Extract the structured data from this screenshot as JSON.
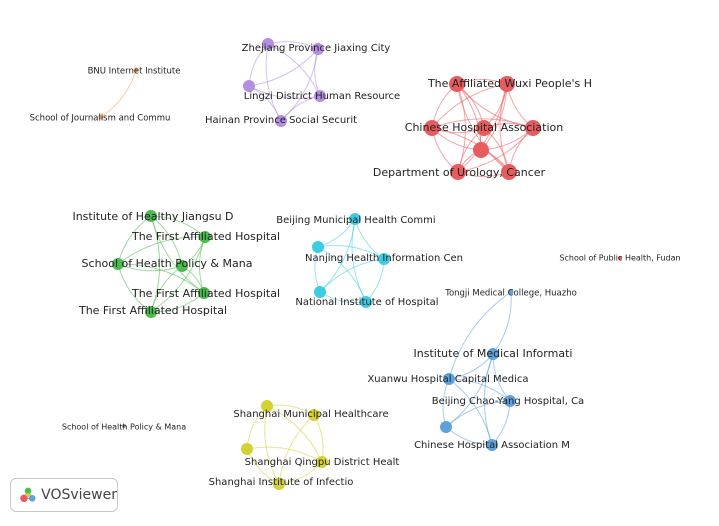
{
  "clusters": [
    {
      "id": "orange",
      "color": "#f0a466",
      "nodes": [
        {
          "id": "bnu",
          "label": "BNU Internet Institute",
          "size": "small"
        },
        {
          "id": "journalism",
          "label": "School of Journalism and Commu",
          "size": "small"
        }
      ],
      "links": [
        [
          "bnu",
          "journalism"
        ]
      ]
    },
    {
      "id": "purple",
      "color": "#b48ee0",
      "nodes": [
        {
          "id": "jiaxing",
          "label": "Zhejiang Province Jiaxing City",
          "size": "medium"
        },
        {
          "id": "p2",
          "label": "",
          "size": "medium"
        },
        {
          "id": "p3",
          "label": "",
          "size": "medium"
        },
        {
          "id": "lingzhi",
          "label": "Lingzi District Human Resource",
          "size": "medium"
        },
        {
          "id": "hainan",
          "label": "Hainan Province Social Securit",
          "size": "medium"
        }
      ],
      "links": [
        [
          "jiaxing",
          "p2"
        ],
        [
          "jiaxing",
          "p3"
        ],
        [
          "jiaxing",
          "lingzhi"
        ],
        [
          "jiaxing",
          "hainan"
        ],
        [
          "p2",
          "p3"
        ],
        [
          "p2",
          "lingzhi"
        ],
        [
          "p2",
          "hainan"
        ],
        [
          "p3",
          "lingzhi"
        ],
        [
          "p3",
          "hainan"
        ],
        [
          "lingzhi",
          "hainan"
        ]
      ]
    },
    {
      "id": "red",
      "color": "#e85c60",
      "nodes": [
        {
          "id": "wuxi",
          "label": "The Affiliated Wuxi People's H",
          "size": "large"
        },
        {
          "id": "r2",
          "label": "",
          "size": "large"
        },
        {
          "id": "cha",
          "label": "Chinese Hospital Association",
          "size": "large"
        },
        {
          "id": "r4",
          "label": "",
          "size": "large"
        },
        {
          "id": "r5",
          "label": "",
          "size": "large"
        },
        {
          "id": "urology",
          "label": "Department of Urology, Cancer",
          "size": "large"
        },
        {
          "id": "r7",
          "label": "",
          "size": "large"
        },
        {
          "id": "r8",
          "label": "",
          "size": "large"
        }
      ],
      "links": [
        [
          "wuxi",
          "r2"
        ],
        [
          "wuxi",
          "cha"
        ],
        [
          "wuxi",
          "r4"
        ],
        [
          "wuxi",
          "r5"
        ],
        [
          "wuxi",
          "urology"
        ],
        [
          "wuxi",
          "r7"
        ],
        [
          "wuxi",
          "r8"
        ],
        [
          "r2",
          "cha"
        ],
        [
          "r2",
          "r4"
        ],
        [
          "r2",
          "r5"
        ],
        [
          "r2",
          "urology"
        ],
        [
          "r2",
          "r7"
        ],
        [
          "r2",
          "r8"
        ],
        [
          "cha",
          "r4"
        ],
        [
          "cha",
          "r5"
        ],
        [
          "cha",
          "urology"
        ],
        [
          "cha",
          "r7"
        ],
        [
          "cha",
          "r8"
        ],
        [
          "r4",
          "r5"
        ],
        [
          "r4",
          "urology"
        ],
        [
          "r4",
          "r7"
        ],
        [
          "r4",
          "r8"
        ],
        [
          "r5",
          "urology"
        ],
        [
          "r5",
          "r7"
        ],
        [
          "r5",
          "r8"
        ],
        [
          "urology",
          "r7"
        ],
        [
          "urology",
          "r8"
        ],
        [
          "r7",
          "r8"
        ]
      ]
    },
    {
      "id": "green",
      "color": "#4cbb50",
      "nodes": [
        {
          "id": "healthy",
          "label": "Institute of Healthy Jiangsu D",
          "size": "medium"
        },
        {
          "id": "first1",
          "label": "The First Affiliated Hospital",
          "size": "medium"
        },
        {
          "id": "shpm",
          "label": "School of Health Policy & Mana",
          "size": "medium"
        },
        {
          "id": "g4",
          "label": "",
          "size": "medium"
        },
        {
          "id": "first2",
          "label": "The First Affiliated Hospital",
          "size": "medium"
        },
        {
          "id": "first3",
          "label": "The First Affiliated Hospital",
          "size": "medium"
        }
      ],
      "links": [
        [
          "healthy",
          "first1"
        ],
        [
          "healthy",
          "shpm"
        ],
        [
          "healthy",
          "g4"
        ],
        [
          "healthy",
          "first2"
        ],
        [
          "healthy",
          "first3"
        ],
        [
          "first1",
          "shpm"
        ],
        [
          "first1",
          "g4"
        ],
        [
          "first1",
          "first2"
        ],
        [
          "first1",
          "first3"
        ],
        [
          "shpm",
          "g4"
        ],
        [
          "shpm",
          "first2"
        ],
        [
          "shpm",
          "first3"
        ],
        [
          "g4",
          "first2"
        ],
        [
          "g4",
          "first3"
        ],
        [
          "first2",
          "first3"
        ]
      ]
    },
    {
      "id": "cyan",
      "color": "#3ccde0",
      "nodes": [
        {
          "id": "bjmh",
          "label": "Beijing Municipal Health Commi",
          "size": "medium"
        },
        {
          "id": "c2",
          "label": "",
          "size": "medium"
        },
        {
          "id": "nanjing",
          "label": "Nanjing Health Information Cen",
          "size": "medium"
        },
        {
          "id": "c4",
          "label": "",
          "size": "medium"
        },
        {
          "id": "nih",
          "label": "National Institute of Hospital",
          "size": "medium"
        }
      ],
      "links": [
        [
          "bjmh",
          "c2"
        ],
        [
          "bjmh",
          "nanjing"
        ],
        [
          "bjmh",
          "c4"
        ],
        [
          "bjmh",
          "nih"
        ],
        [
          "c2",
          "nanjing"
        ],
        [
          "c2",
          "c4"
        ],
        [
          "c2",
          "nih"
        ],
        [
          "nanjing",
          "c4"
        ],
        [
          "nanjing",
          "nih"
        ],
        [
          "c4",
          "nih"
        ]
      ]
    },
    {
      "id": "blue",
      "color": "#5fa1dc",
      "nodes": [
        {
          "id": "tongji",
          "label": "Tongji Medical College, Huazho",
          "size": "small"
        },
        {
          "id": "imi",
          "label": "Institute of Medical Informati",
          "size": "medium"
        },
        {
          "id": "xuanwu",
          "label": "Xuanwu Hospital Capital Medica",
          "size": "medium"
        },
        {
          "id": "chaoyang",
          "label": "Beijing Chao-Yang Hospital, Ca",
          "size": "medium"
        },
        {
          "id": "b5",
          "label": "",
          "size": "medium"
        },
        {
          "id": "cham",
          "label": "Chinese Hospital Association M",
          "size": "medium"
        }
      ],
      "links": [
        [
          "tongji",
          "imi"
        ],
        [
          "tongji",
          "xuanwu"
        ],
        [
          "imi",
          "xuanwu"
        ],
        [
          "imi",
          "chaoyang"
        ],
        [
          "imi",
          "b5"
        ],
        [
          "imi",
          "cham"
        ],
        [
          "xuanwu",
          "chaoyang"
        ],
        [
          "xuanwu",
          "b5"
        ],
        [
          "xuanwu",
          "cham"
        ],
        [
          "chaoyang",
          "b5"
        ],
        [
          "chaoyang",
          "cham"
        ],
        [
          "b5",
          "cham"
        ]
      ]
    },
    {
      "id": "yellow",
      "color": "#d4d232",
      "nodes": [
        {
          "id": "shmh",
          "label": "Shanghai Municipal Healthcare",
          "size": "medium"
        },
        {
          "id": "y2",
          "label": "",
          "size": "medium"
        },
        {
          "id": "y3",
          "label": "",
          "size": "medium"
        },
        {
          "id": "qingpu",
          "label": "Shanghai Qingpu District Healt",
          "size": "medium"
        },
        {
          "id": "infect",
          "label": "Shanghai Institute of Infectio",
          "size": "medium"
        }
      ],
      "links": [
        [
          "shmh",
          "y2"
        ],
        [
          "shmh",
          "y3"
        ],
        [
          "shmh",
          "qingpu"
        ],
        [
          "shmh",
          "infect"
        ],
        [
          "y2",
          "qingpu"
        ],
        [
          "y2",
          "infect"
        ],
        [
          "y3",
          "qingpu"
        ],
        [
          "y3",
          "infect"
        ],
        [
          "qingpu",
          "infect"
        ]
      ]
    },
    {
      "id": "isolated-red",
      "color": "#e85c60",
      "nodes": [
        {
          "id": "fudan",
          "label": "School of Public Health, Fudan",
          "size": "tiny"
        }
      ],
      "links": []
    },
    {
      "id": "isolated-gray",
      "color": "#9a9a9a",
      "nodes": [
        {
          "id": "shpm2",
          "label": "School of Health Policy & Mana",
          "size": "tiny"
        }
      ],
      "links": []
    }
  ],
  "branding": {
    "name": "VOSviewer",
    "icon": "vosviewer-logo-icon"
  }
}
